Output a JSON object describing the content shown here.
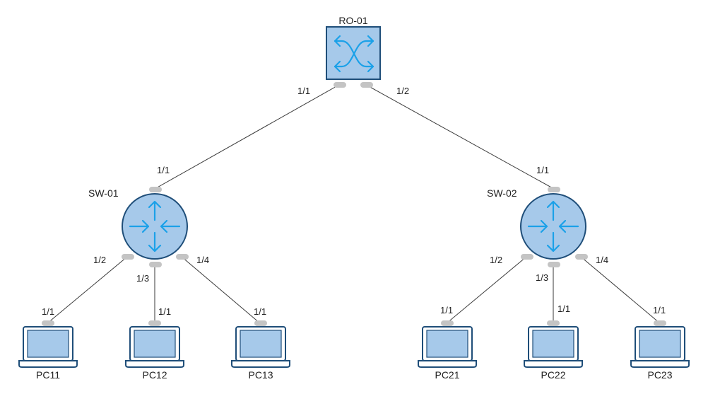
{
  "devices": {
    "router": {
      "label": "RO-01",
      "icon": "router-icon"
    },
    "switch1": {
      "label": "SW-01",
      "icon": "switch-icon"
    },
    "switch2": {
      "label": "SW-02",
      "icon": "switch-icon"
    },
    "pc11": {
      "label": "PC11",
      "icon": "laptop-icon"
    },
    "pc12": {
      "label": "PC12",
      "icon": "laptop-icon"
    },
    "pc13": {
      "label": "PC13",
      "icon": "laptop-icon"
    },
    "pc21": {
      "label": "PC21",
      "icon": "laptop-icon"
    },
    "pc22": {
      "label": "PC22",
      "icon": "laptop-icon"
    },
    "pc23": {
      "label": "PC23",
      "icon": "laptop-icon"
    }
  },
  "links": {
    "ro_sw1": {
      "a_port": "1/1",
      "b_port": "1/1"
    },
    "ro_sw2": {
      "a_port": "1/2",
      "b_port": "1/1"
    },
    "sw1_pc11": {
      "a_port": "1/2",
      "b_port": "1/1"
    },
    "sw1_pc12": {
      "a_port": "1/3",
      "b_port": "1/1"
    },
    "sw1_pc13": {
      "a_port": "1/4",
      "b_port": "1/1"
    },
    "sw2_pc21": {
      "a_port": "1/2",
      "b_port": "1/1"
    },
    "sw2_pc22": {
      "a_port": "1/3",
      "b_port": "1/1"
    },
    "sw2_pc23": {
      "a_port": "1/4",
      "b_port": "1/1"
    }
  },
  "colors": {
    "device_fill": "#a6c9ea",
    "device_stroke": "#1f4e79",
    "arrow": "#1ba1e8",
    "port": "#c4c4c4",
    "link": "#3a3a3a"
  }
}
